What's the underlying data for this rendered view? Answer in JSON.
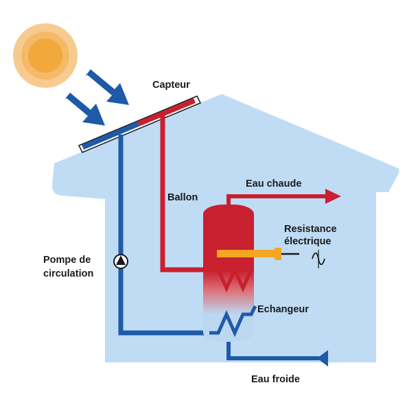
{
  "labels": {
    "capteur": "Capteur",
    "ballon": "Ballon",
    "eau_chaude": "Eau chaude",
    "resistance_line1": "Resistance",
    "resistance_line2": "électrique",
    "pompe_line1": "Pompe de",
    "pompe_line2": "circulation",
    "echangeur": "Echangeur",
    "eau_froide": "Eau froide"
  },
  "icons": {
    "sun": "sun-icon",
    "pump": "pump-icon",
    "ac_power": "ac-sine-icon"
  },
  "colors": {
    "house": "#bfdcf4",
    "hot": "#c8202f",
    "cold": "#1f5aa8",
    "arrow": "#1f5aa8",
    "sun_outer": "#f7cb8f",
    "sun_inner": "#f2a93b",
    "resistance": "#f5a623"
  }
}
